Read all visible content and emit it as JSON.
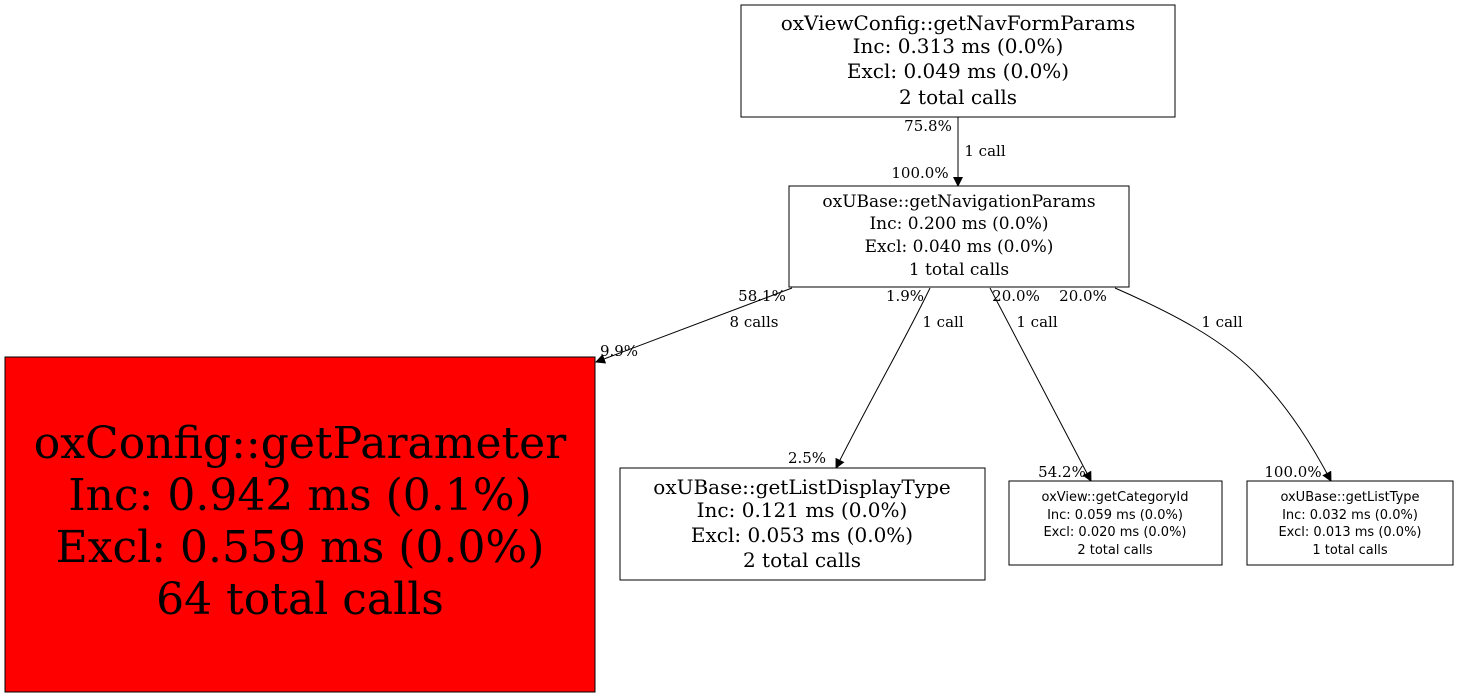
{
  "colors": {
    "hot": "#ff0000",
    "normal": "#ffffff",
    "stroke": "#000000"
  },
  "nodes": {
    "navformparams": {
      "name": "oxViewConfig::getNavFormParams",
      "inc": "Inc: 0.313 ms (0.0%)",
      "excl": "Excl: 0.049 ms (0.0%)",
      "calls": "2 total calls"
    },
    "navigationparams": {
      "name": "oxUBase::getNavigationParams",
      "inc": "Inc: 0.200 ms (0.0%)",
      "excl": "Excl: 0.040 ms (0.0%)",
      "calls": "1 total calls"
    },
    "getparameter": {
      "name": "oxConfig::getParameter",
      "inc": "Inc: 0.942 ms (0.1%)",
      "excl": "Excl: 0.559 ms (0.0%)",
      "calls": "64 total calls"
    },
    "listdisplaytype": {
      "name": "oxUBase::getListDisplayType",
      "inc": "Inc: 0.121 ms (0.0%)",
      "excl": "Excl: 0.053 ms (0.0%)",
      "calls": "2 total calls"
    },
    "categoryid": {
      "name": "oxView::getCategoryId",
      "inc": "Inc: 0.059 ms (0.0%)",
      "excl": "Excl: 0.020 ms (0.0%)",
      "calls": "2 total calls"
    },
    "listtype": {
      "name": "oxUBase::getListType",
      "inc": "Inc: 0.032 ms (0.0%)",
      "excl": "Excl: 0.013 ms (0.0%)",
      "calls": "1 total calls"
    }
  },
  "edges": {
    "e1": {
      "tail": "75.8%",
      "label": "1 call",
      "head": "100.0%"
    },
    "e2": {
      "tail": "58.1%",
      "label": "8 calls",
      "head": "9.9%"
    },
    "e3": {
      "tail": "1.9%",
      "label": "1 call",
      "head": "2.5%"
    },
    "e4": {
      "tail": "20.0%",
      "label": "1 call",
      "head": "54.2%"
    },
    "e5": {
      "tail": "20.0%",
      "label": "1 call",
      "head": "100.0%"
    }
  }
}
